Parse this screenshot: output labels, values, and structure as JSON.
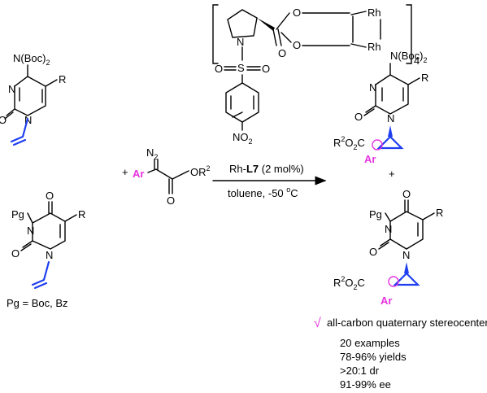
{
  "reagent": {
    "catalyst": "Rh-",
    "catalyst_bold": "L7",
    "catalyst_loading": " (2 mol%)",
    "solvent": "toluene, -50 ",
    "solvent_unit": "C",
    "solvent_deg": "o"
  },
  "ligand": {
    "n_label": "N",
    "s_label": "S",
    "o_label": "O",
    "rh1": "Rh",
    "rh2": "Rh",
    "subscript": "4",
    "nitro": "NO",
    "nitro_sub": "2"
  },
  "substrates": {
    "pyrimidine_top_sub": "N(Boc)",
    "pyrimidine_top_sub_num": "2",
    "r_label": "R",
    "n": "N",
    "o": "O",
    "pg_label": "Pg",
    "pg_definition": "Pg = Boc, Bz",
    "plus": "+"
  },
  "diazo": {
    "n2": "N",
    "n2_sub": "2",
    "ar": "Ar",
    "ester": "OR",
    "ester_sup": "2",
    "o": "O"
  },
  "products": {
    "ester_label": "R",
    "ester_sup": "2",
    "ester_rest": "O",
    "ester_sub": "2",
    "ester_c": "C",
    "ar": "Ar",
    "plus": "+"
  },
  "summary": {
    "check": "√",
    "highlight": "all-carbon quaternary stereocenter",
    "examples": "20 examples",
    "yields": "78-96% yields",
    "dr": ">20:1 dr",
    "ee": "91-99% ee"
  },
  "colors": {
    "accent_pink": "#e633e0",
    "vinyl_blue": "#1e3ef0"
  }
}
